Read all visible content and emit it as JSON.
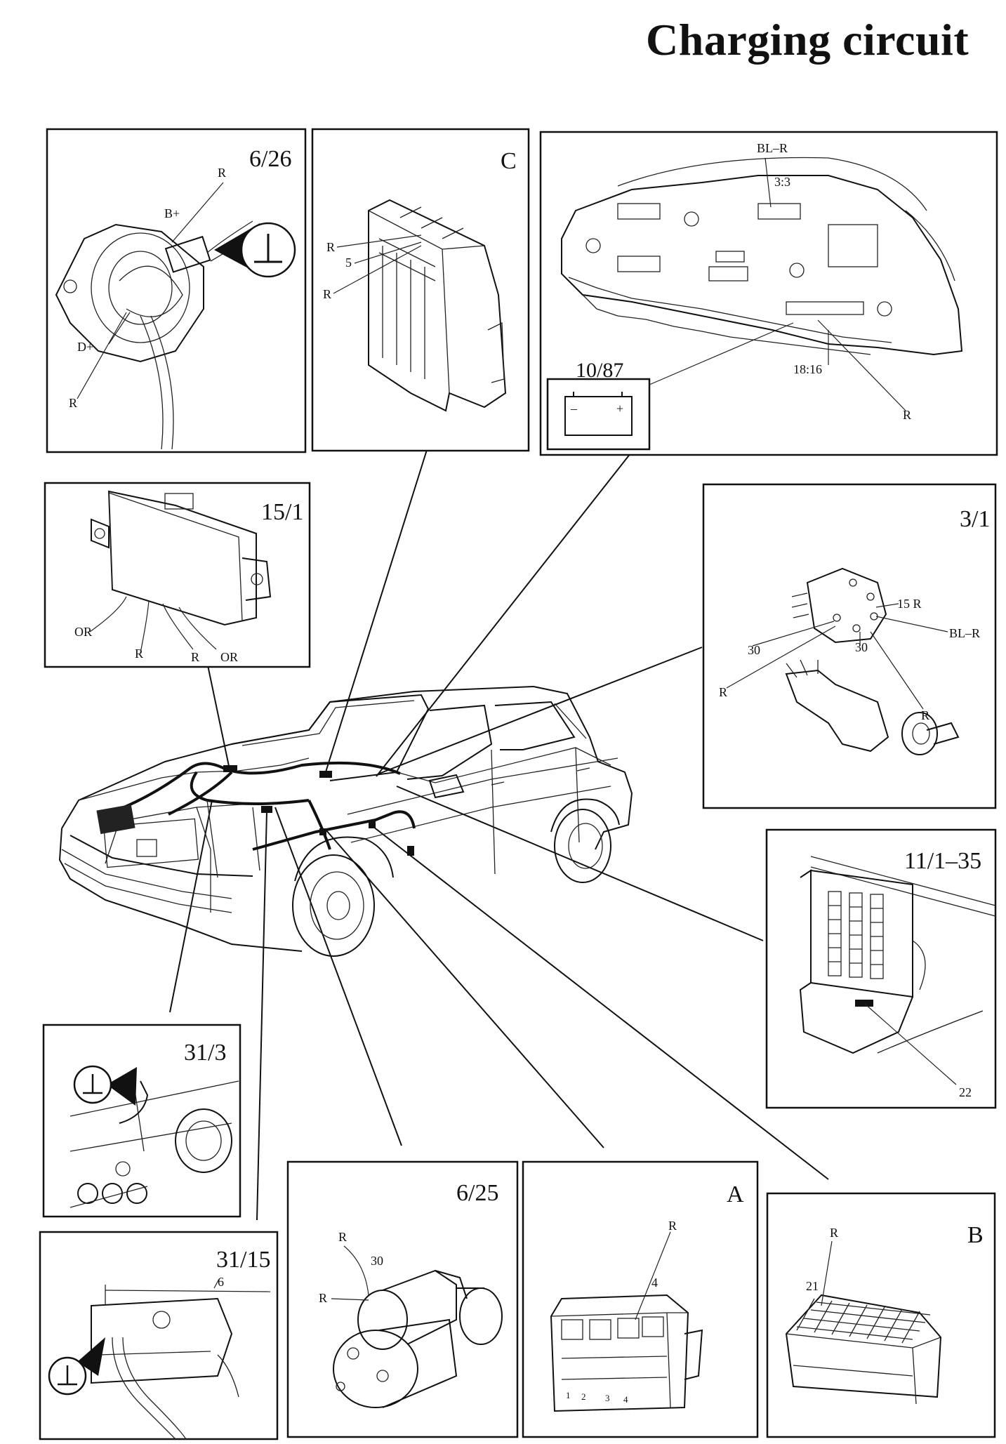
{
  "page": {
    "title": "Charging circuit"
  },
  "panels": {
    "p_6_26": {
      "id": "6/26",
      "labels": {
        "r_top": "R",
        "bplus": "B+",
        "dplus": "D+",
        "r_bottom": "R"
      },
      "icon": "ground-symbol-icon"
    },
    "p_c": {
      "id": "C",
      "labels": {
        "r1": "R",
        "five": "5",
        "r2": "R"
      }
    },
    "p_cluster": {
      "labels": {
        "blr": "BL–R",
        "pin33": "3:3",
        "battery": "10/87",
        "pin1816": "18:16",
        "r": "R"
      },
      "icon": "battery-icon"
    },
    "p_15_1": {
      "id": "15/1",
      "labels": {
        "or1": "OR",
        "r1": "R",
        "r2": "R",
        "or2": "OR"
      }
    },
    "p_3_1": {
      "id": "3/1",
      "labels": {
        "r15": "15 R",
        "blr": "BL–R",
        "t30a": "30",
        "t30b": "30",
        "ra": "R",
        "rb": "R"
      }
    },
    "p_11_1": {
      "id": "11/1–35",
      "labels": {
        "fuse": "22"
      }
    },
    "p_31_3": {
      "id": "31/3",
      "icon": "ground-symbol-icon"
    },
    "p_31_15": {
      "id": "31/15",
      "labels": {
        "six": "6"
      },
      "icon": "ground-symbol-icon"
    },
    "p_6_25": {
      "id": "6/25",
      "labels": {
        "r1": "R",
        "t30": "30",
        "r2": "R"
      }
    },
    "p_a": {
      "id": "A",
      "labels": {
        "r": "R",
        "four": "4",
        "pins": [
          "1",
          "2",
          "3",
          "4"
        ]
      }
    },
    "p_b": {
      "id": "B",
      "labels": {
        "r": "R",
        "pin21": "21"
      }
    }
  }
}
